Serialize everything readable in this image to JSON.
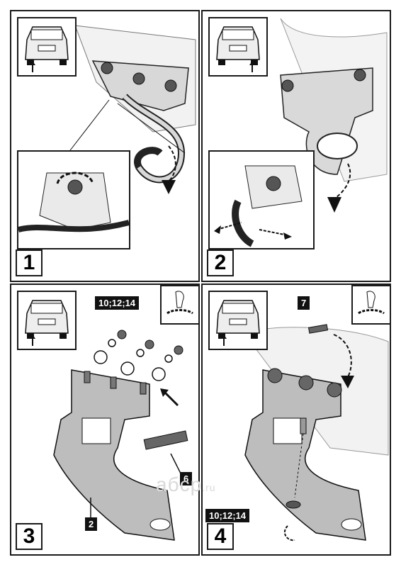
{
  "steps": [
    {
      "number": "1"
    },
    {
      "number": "2"
    },
    {
      "number": "3",
      "bolt_sizes": "10;12;14",
      "part_a": "6",
      "part_b": "2"
    },
    {
      "number": "4",
      "bolt_sizes": "10;12;14",
      "part_a": "7"
    }
  ],
  "watermark": {
    "text": "aбcp",
    "suffix": ".ru"
  },
  "icons": [
    "car-rear-icon",
    "rotate-ccw-arrow-icon",
    "down-arrow-icon",
    "hand-wrench-icon"
  ]
}
